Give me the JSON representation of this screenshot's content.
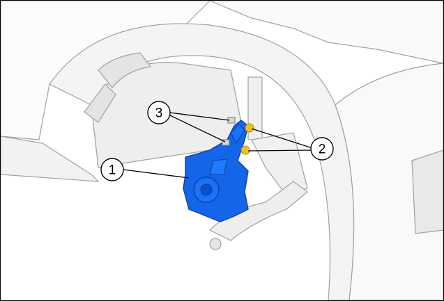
{
  "figure": {
    "callouts": [
      {
        "id": "knuckle",
        "label": "1"
      },
      {
        "id": "nuts",
        "label": "2"
      },
      {
        "id": "bolts",
        "label": "3"
      }
    ],
    "colors": {
      "highlight": "#1565e8",
      "highlight_dark": "#0d3fa8",
      "fastener": "#f0c020",
      "body_line": "#9a9a9a",
      "body_fill": "#f7f7f7"
    }
  }
}
